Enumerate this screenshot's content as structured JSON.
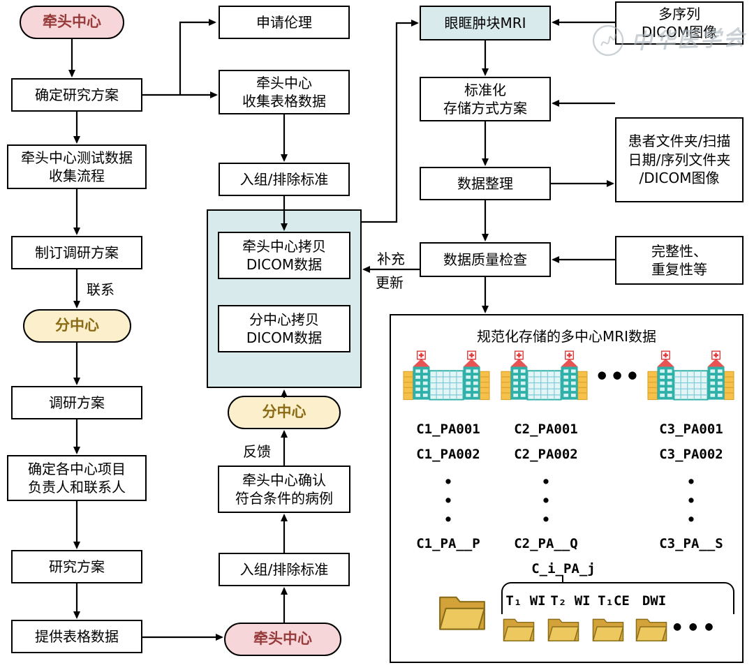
{
  "colors": {
    "pink": "#f7d6d9",
    "yellow": "#fcf0cc",
    "blue": "#d9eaec"
  },
  "left": {
    "lead_center": "牵头中心",
    "define_plan": "确定研究方案",
    "test_flow": "牵头中心测试数据\n收集流程",
    "make_survey_plan": "制订调研方案",
    "contact": "联系",
    "subcenter": "分中心",
    "survey_plan": "调研方案",
    "project_leaders": "确定各中心项目\n负责人和联系人",
    "research_plan": "研究方案",
    "provide_form_data": "提供表格数据"
  },
  "middle": {
    "apply_ethics": "申请伦理",
    "collect_form_data": "牵头中心\n收集表格数据",
    "criteria_top": "入组/排除标准",
    "lead_copy_dicom": "牵头中心拷贝\nDICOM数据",
    "sub_copy_dicom": "分中心拷贝\nDICOM数据",
    "subcenter": "分中心",
    "feedback": "反馈",
    "confirm_cases": "牵头中心确认\n符合条件的病例",
    "criteria_bottom": "入组/排除标准",
    "lead_center": "牵头中心"
  },
  "right": {
    "orbital_mri": "眼眶肿块MRI",
    "storage_plan": "标准化\n存储方式方案",
    "data_sorting": "数据整理",
    "quality_check": "数据质量检查",
    "supplement": "补充",
    "update": "更新"
  },
  "far_right": {
    "multiseq_dicom": "多序列\nDICOM图像",
    "folder_structure": "患者文件夹/扫描\n日期/序列文件夹\n/DICOM图像",
    "integrity": "完整性、\n重复性等"
  },
  "repository": {
    "title": "规范化存储的多中心MRI数据",
    "hdots": "● ● ●",
    "vdots": "●\n●\n●",
    "columns": [
      {
        "row1": "C1_PA001",
        "row2": "C1_PA002",
        "last": "C1_PA__P"
      },
      {
        "row1": "C2_PA001",
        "row2": "C2_PA002",
        "last": "C2_PA__Q"
      },
      {
        "row1": "C3_PA001",
        "row2": "C3_PA002",
        "last": "C3_PA__S"
      }
    ],
    "generic_code": "C_i_PA_j",
    "sequences": [
      "T₁ WI",
      "T₂ WI",
      "T₁CE",
      "DWI"
    ],
    "seq_dots": "● ● ●"
  },
  "watermark": {
    "text": "中华医学会"
  }
}
